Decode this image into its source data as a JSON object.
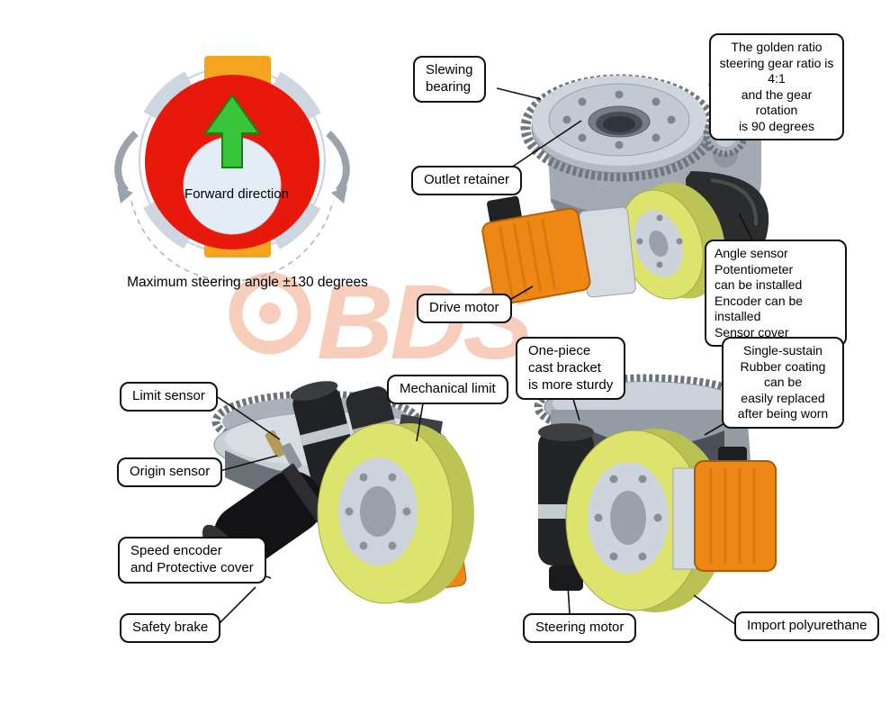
{
  "steering_diagram": {
    "forward_label": "Forward direction",
    "caption": "Maximum steering angle ±130 degrees"
  },
  "watermark": {
    "text": "BDS"
  },
  "callouts": {
    "slewing_bearing": "Slewing\nbearing",
    "golden_ratio": "The golden ratio\nsteering gear ratio is 4:1\nand the gear rotation\nis 90 degrees",
    "outlet_retainer": "Outlet retainer",
    "drive_motor": "Drive motor",
    "angle_sensor": "Angle sensor\nPotentiometer\ncan be installed\nEncoder can be installed\nSensor cover",
    "limit_sensor": "Limit sensor",
    "origin_sensor": "Origin sensor",
    "speed_encoder": "Speed encoder\nand Protective cover",
    "safety_brake": "Safety brake",
    "mechanical_limit": "Mechanical limit",
    "cast_bracket": "One-piece\ncast bracket\nis more sturdy",
    "single_sustain": "Single-sustain\nRubber coating can be\neasily replaced\nafter being worn",
    "steering_motor": "Steering motor",
    "import_polyurethane": "Import polyurethane"
  },
  "colors": {
    "red_disc": "#e8190b",
    "orange_block": "#f5a41f",
    "green_arrow": "#38c53a",
    "motor_orange": "#ef8714",
    "wheel_yellow": "#dce46e",
    "metal_gray": "#b2b9c2",
    "watermark_orange": "#e55b25"
  }
}
